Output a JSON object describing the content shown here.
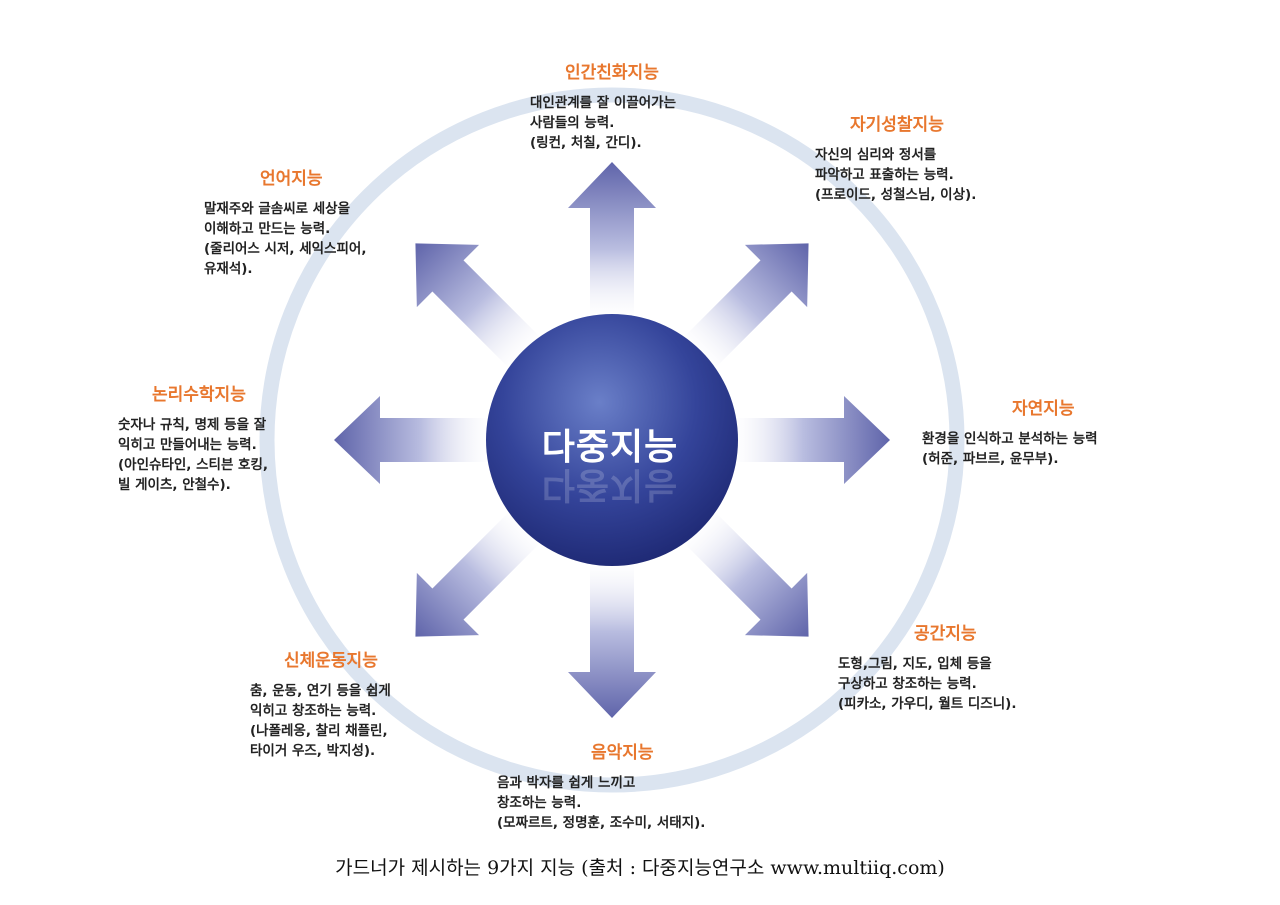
{
  "center": {
    "label": "다중지능"
  },
  "intelligences": [
    {
      "title": "인간친화지능",
      "lines": [
        "대인관계를 잘 이끌어가는",
        "사람들의 능력.",
        "(링컨, 처칠, 간디)."
      ]
    },
    {
      "title": "자기성찰지능",
      "lines": [
        "자신의 심리와 정서를",
        "파악하고 표출하는 능력.",
        "(프로이드, 성철스님, 이상)."
      ]
    },
    {
      "title": "자연지능",
      "lines": [
        "환경을 인식하고 분석하는 능력",
        "(허준, 파브르, 윤무부)."
      ]
    },
    {
      "title": "공간지능",
      "lines": [
        "도형,그림, 지도, 입체 등을",
        "구상하고 창조하는 능력.",
        "(피카소, 가우디, 월트 디즈니)."
      ]
    },
    {
      "title": "음악지능",
      "lines": [
        "음과 박자를 쉽게 느끼고",
        "창조하는 능력.",
        "(모짜르트, 정명훈, 조수미, 서태지)."
      ]
    },
    {
      "title": "신체운동지능",
      "lines": [
        "춤, 운동, 연기 등을 쉽게",
        "익히고 창조하는 능력.",
        "(나폴레옹, 찰리 채플린,",
        "타이거 우즈, 박지성)."
      ]
    },
    {
      "title": "논리수학지능",
      "lines": [
        "숫자나 규칙, 명제 등을 잘",
        "익히고 만들어내는 능력.",
        "(아인슈타인, 스티븐 호킹,",
        "빌 게이츠, 안철수)."
      ]
    },
    {
      "title": "언어지능",
      "lines": [
        "말재주와 글솜씨로 세상을",
        "이해하고 만드는 능력.",
        "(줄리어스 시저, 세익스피어,",
        "유재석)."
      ]
    }
  ],
  "caption": "가드너가 제시하는 9가지 지능 (출처 : 다중지능연구소 www.multiiq.com)",
  "colors": {
    "title": "#e8772e",
    "ring": "#dbe4f0",
    "sphere": "#2e3b8c",
    "arrow": "#6a6fb0"
  }
}
